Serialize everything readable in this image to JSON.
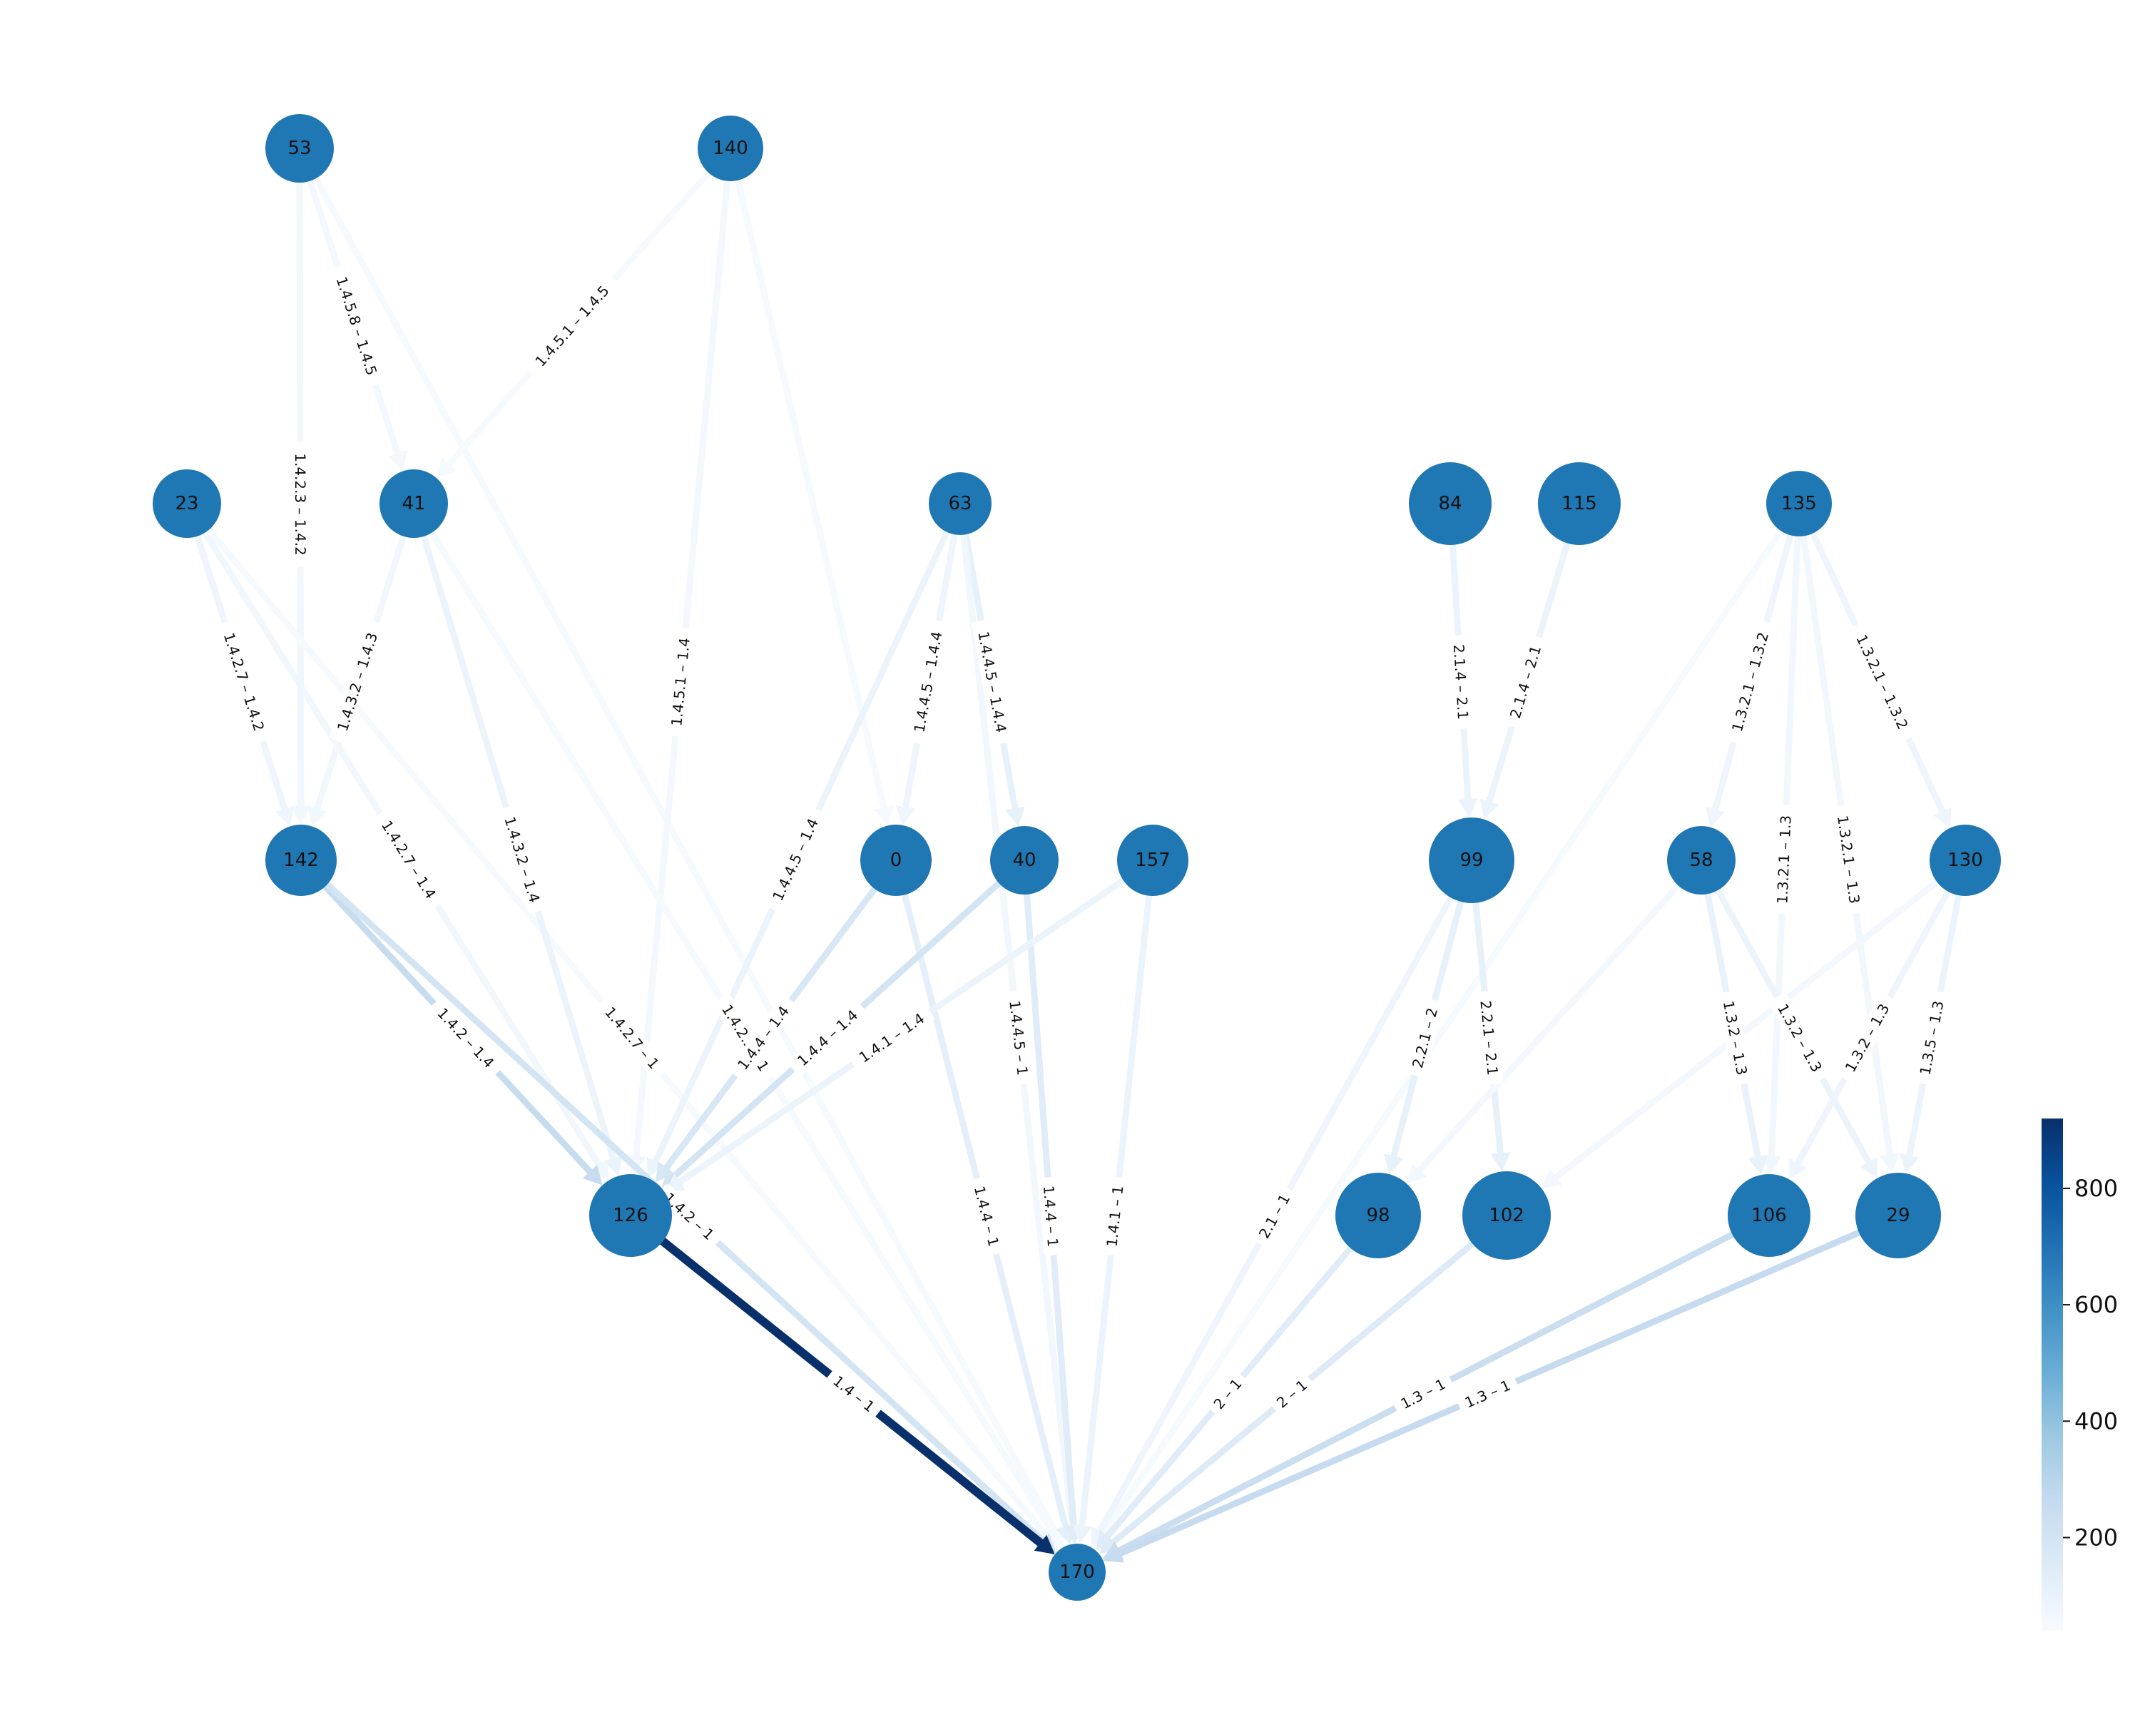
{
  "chart_data": {
    "type": "network",
    "node_color": "#1f77b4",
    "colormap": "Blues",
    "colorbar": {
      "min": 40,
      "max": 920,
      "ticks": [
        "200",
        "400",
        "600",
        "800"
      ]
    },
    "nodes": [
      {
        "id": "53",
        "label": "53"
      },
      {
        "id": "140",
        "label": "140"
      },
      {
        "id": "23",
        "label": "23"
      },
      {
        "id": "41",
        "label": "41"
      },
      {
        "id": "63",
        "label": "63"
      },
      {
        "id": "84",
        "label": "84"
      },
      {
        "id": "115",
        "label": "115"
      },
      {
        "id": "135",
        "label": "135"
      },
      {
        "id": "142",
        "label": "142"
      },
      {
        "id": "0",
        "label": "0"
      },
      {
        "id": "40",
        "label": "40"
      },
      {
        "id": "157",
        "label": "157"
      },
      {
        "id": "99",
        "label": "99"
      },
      {
        "id": "58",
        "label": "58"
      },
      {
        "id": "130",
        "label": "130"
      },
      {
        "id": "126",
        "label": "126"
      },
      {
        "id": "98",
        "label": "98"
      },
      {
        "id": "102",
        "label": "102"
      },
      {
        "id": "106",
        "label": "106"
      },
      {
        "id": "29",
        "label": "29"
      },
      {
        "id": "170",
        "label": "170"
      }
    ],
    "edges": [
      {
        "source": "53",
        "target": "41",
        "label": "1.4.5.8 – 1.4.5",
        "value": 60
      },
      {
        "source": "53",
        "target": "142",
        "label": "1.4.2.3 – 1.4.2",
        "value": 70
      },
      {
        "source": "53",
        "target": "170",
        "label": "",
        "value": 50
      },
      {
        "source": "140",
        "target": "41",
        "label": "1.4.5.1 – 1.4.5",
        "value": 50
      },
      {
        "source": "140",
        "target": "126",
        "label": "1.4.5.1 – 1.4",
        "value": 60
      },
      {
        "source": "140",
        "target": "0",
        "label": "",
        "value": 50
      },
      {
        "source": "23",
        "target": "142",
        "label": "1.4.2.7 – 1.4.2",
        "value": 80
      },
      {
        "source": "23",
        "target": "126",
        "label": "1.4.2.7 – 1.4",
        "value": 70
      },
      {
        "source": "23",
        "target": "170",
        "label": "1.4.2.7 – 1",
        "value": 50
      },
      {
        "source": "41",
        "target": "142",
        "label": "1.4.3.2 – 1.4.3",
        "value": 70
      },
      {
        "source": "41",
        "target": "126",
        "label": "1.4.3.2 – 1.4",
        "value": 90
      },
      {
        "source": "41",
        "target": "170",
        "label": "1.4.3.2 – 1",
        "value": 60
      },
      {
        "source": "41",
        "target": "170",
        "label": "1.4.2.3 – 1",
        "value": 50
      },
      {
        "source": "63",
        "target": "0",
        "label": "1.4.4.5 – 1.4.4",
        "value": 80
      },
      {
        "source": "63",
        "target": "40",
        "label": "1.4.4.5 – 1.4.4",
        "value": 110
      },
      {
        "source": "63",
        "target": "126",
        "label": "1.4.4.5 – 1.4",
        "value": 90
      },
      {
        "source": "63",
        "target": "170",
        "label": "1.4.4.5 – 1",
        "value": 70
      },
      {
        "source": "84",
        "target": "99",
        "label": "2.1.4 – 2.1",
        "value": 90
      },
      {
        "source": "115",
        "target": "99",
        "label": "2.1.4 – 2.1",
        "value": 90
      },
      {
        "source": "135",
        "target": "58",
        "label": "1.3.2.1 – 1.3.2",
        "value": 80
      },
      {
        "source": "135",
        "target": "130",
        "label": "1.3.2.1 – 1.3.2",
        "value": 80
      },
      {
        "source": "135",
        "target": "106",
        "label": "1.3.2.1 – 1.3",
        "value": 70
      },
      {
        "source": "135",
        "target": "29",
        "label": "1.3.2.1 – 1.3",
        "value": 70
      },
      {
        "source": "135",
        "target": "170",
        "label": "",
        "value": 50
      },
      {
        "source": "142",
        "target": "126",
        "label": "1.4.2 – 1.4",
        "value": 250
      },
      {
        "source": "142",
        "target": "170",
        "label": "1.4.2 – 1",
        "value": 200
      },
      {
        "source": "0",
        "target": "126",
        "label": "1.4.4 – 1.4",
        "value": 180
      },
      {
        "source": "0",
        "target": "170",
        "label": "1.4.4 – 1",
        "value": 120
      },
      {
        "source": "40",
        "target": "126",
        "label": "1.4.4 – 1.4",
        "value": 200
      },
      {
        "source": "40",
        "target": "170",
        "label": "1.4.4 – 1",
        "value": 140
      },
      {
        "source": "157",
        "target": "126",
        "label": "1.4.1 – 1.4",
        "value": 90
      },
      {
        "source": "157",
        "target": "170",
        "label": "1.4.1 – 1",
        "value": 90
      },
      {
        "source": "99",
        "target": "98",
        "label": "2.2.1 – 2",
        "value": 110
      },
      {
        "source": "99",
        "target": "102",
        "label": "2.2.1 – 2.1",
        "value": 110
      },
      {
        "source": "99",
        "target": "170",
        "label": "2.1 – 1",
        "value": 80
      },
      {
        "source": "58",
        "target": "106",
        "label": "1.3.2 – 1.3",
        "value": 100
      },
      {
        "source": "58",
        "target": "29",
        "label": "1.3.2 – 1.3",
        "value": 90
      },
      {
        "source": "58",
        "target": "98",
        "label": "",
        "value": 60
      },
      {
        "source": "130",
        "target": "29",
        "label": "1.3.5 – 1.3",
        "value": 90
      },
      {
        "source": "130",
        "target": "106",
        "label": "1.3.2 – 1.3",
        "value": 80
      },
      {
        "source": "130",
        "target": "102",
        "label": "",
        "value": 60
      },
      {
        "source": "126",
        "target": "170",
        "label": "1.4 – 1",
        "value": 920
      },
      {
        "source": "98",
        "target": "170",
        "label": "2 – 1",
        "value": 140
      },
      {
        "source": "102",
        "target": "170",
        "label": "2 – 1",
        "value": 150
      },
      {
        "source": "106",
        "target": "170",
        "label": "1.3 – 1",
        "value": 240
      },
      {
        "source": "29",
        "target": "170",
        "label": "1.3 – 1",
        "value": 260
      }
    ]
  }
}
